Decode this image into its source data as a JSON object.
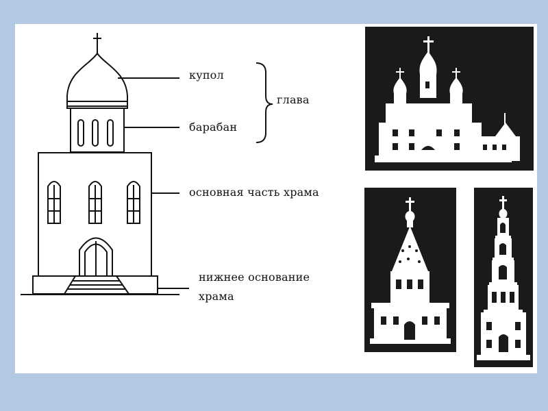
{
  "diagram": {
    "labels": {
      "dome": "купол",
      "drum": "барабан",
      "head": "глава",
      "main_part": "основная часть храма",
      "base_line1": "нижнее основание",
      "base_line2": "храма"
    }
  },
  "colors": {
    "background": "#b3c9e1",
    "card": "#ffffff",
    "silhouette_bg": "#1a1a1a",
    "silhouette_fg": "#ffffff",
    "stroke": "#111111"
  }
}
